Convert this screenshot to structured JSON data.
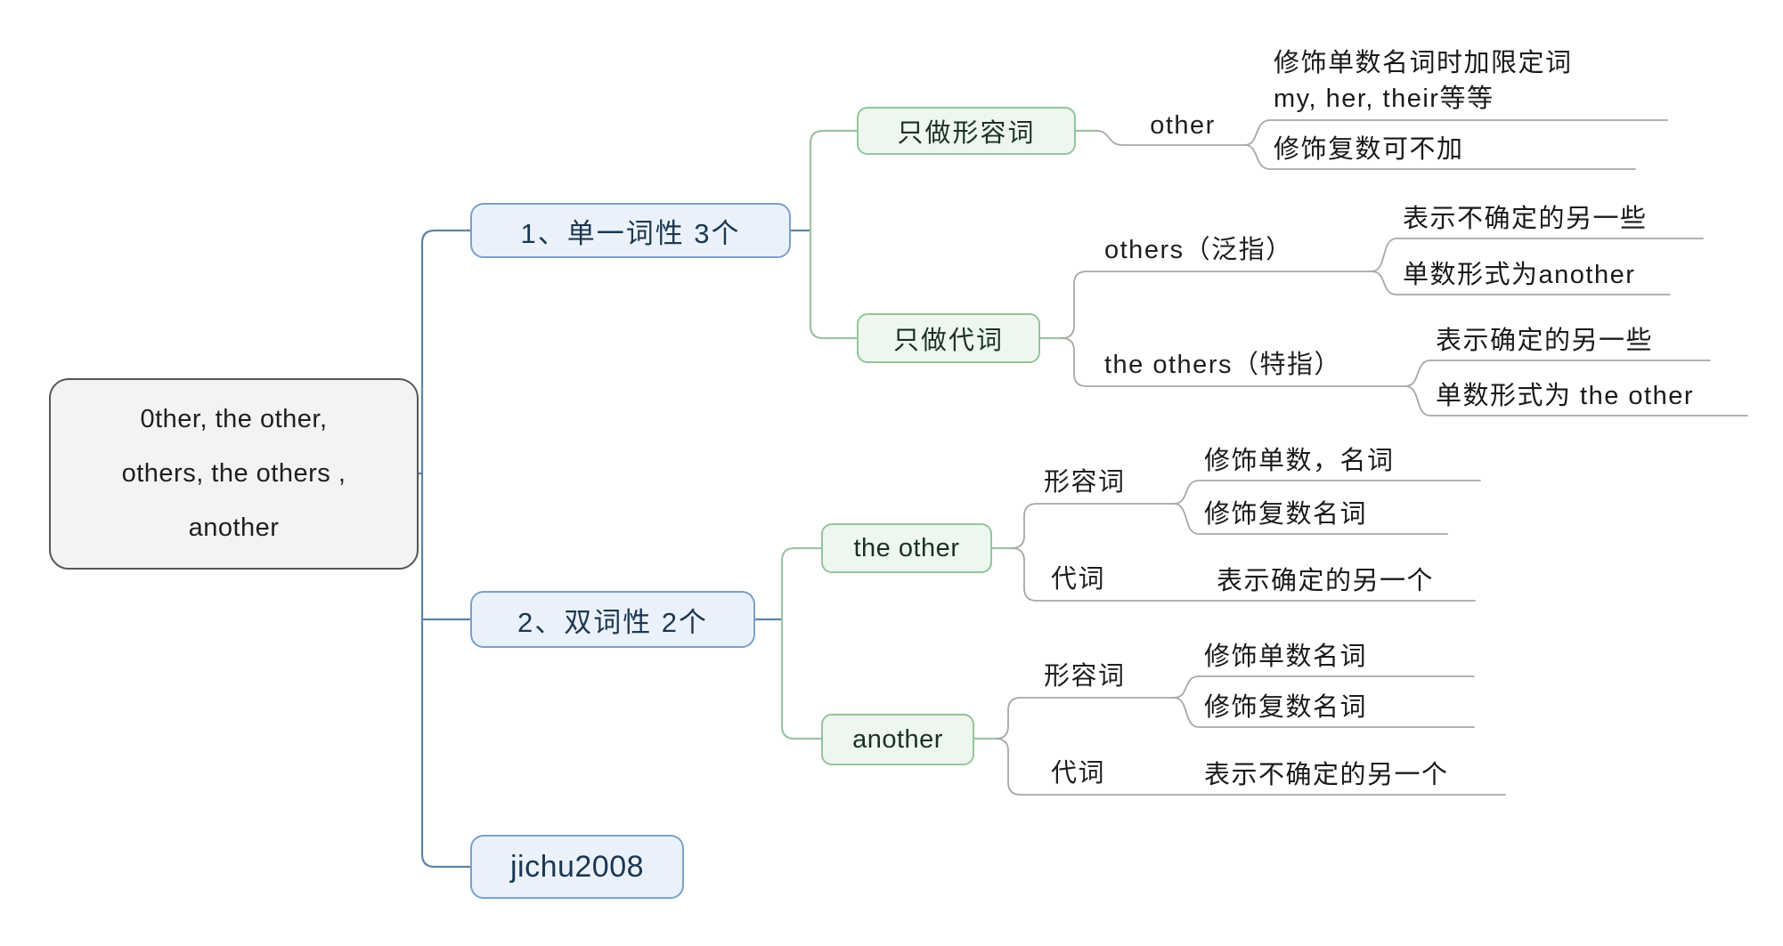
{
  "colors": {
    "line-blue": "#5e84ac",
    "line-green": "#9dc4a2",
    "line-gray": "#a8a8a8",
    "blue-fill": "#eaf1fb",
    "blue-border": "#7ba0cb",
    "blue-text": "#1c3750",
    "green-fill": "#eef7ef",
    "green-border": "#94c59b",
    "green-text": "#1a3224",
    "root-fill": "#f3f3f3",
    "root-border": "#565656",
    "text-dark": "#1f1f1f"
  },
  "root": {
    "line1": "0ther,  the other,",
    "line2": "others,  the others ,",
    "line3": "another"
  },
  "b1": {
    "label": "1、单一词性 3个",
    "adj": {
      "label": "只做形容词",
      "word": {
        "label": "other",
        "leaf1_line1": "修饰单数名词时加限定词",
        "leaf1_line2": "my, her, their等等",
        "leaf2": "修饰复数可不加"
      }
    },
    "pron": {
      "label": "只做代词",
      "w1": {
        "label": "others（泛指）",
        "leaf1": "表示不确定的另一些",
        "leaf2": "单数形式为another"
      },
      "w2": {
        "label": "the others（特指）",
        "leaf1": "表示确定的另一些",
        "leaf2": "单数形式为 the other"
      }
    }
  },
  "b2": {
    "label": "2、双词性 2个",
    "w1": {
      "label": "the other",
      "adj": {
        "label": "形容词",
        "leaf1": "修饰单数，名词",
        "leaf2": "修饰复数名词"
      },
      "pron": {
        "label": "代词",
        "leaf1": "表示确定的另一个"
      }
    },
    "w2": {
      "label": "another",
      "adj": {
        "label": "形容词",
        "leaf1": "修饰单数名词",
        "leaf2": "修饰复数名词"
      },
      "pron": {
        "label": "代词",
        "leaf1": "表示不确定的另一个"
      }
    }
  },
  "b3": {
    "label": "jichu2008"
  }
}
